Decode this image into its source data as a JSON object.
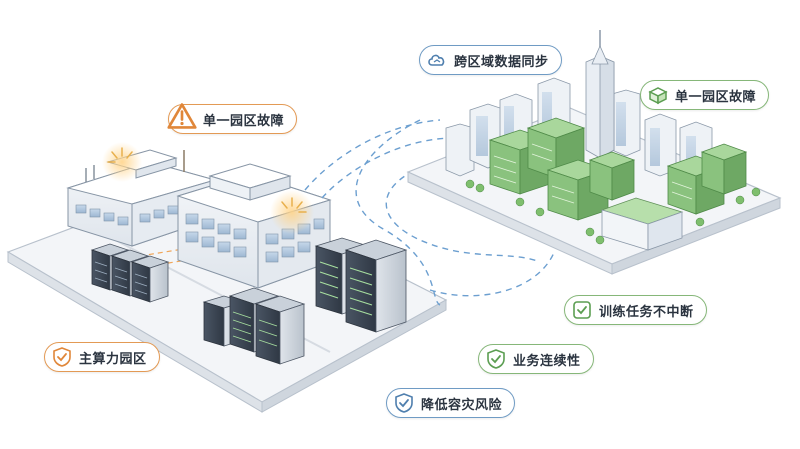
{
  "labels": {
    "left_fault": "单一园区故障",
    "sync": "跨区域数据同步",
    "right_fault": "单一园区故障",
    "training": "训练任务不中断",
    "continuity": "业务连续性",
    "main_park": "主算力园区",
    "risk": "降低容灾风险"
  },
  "colors": {
    "orange": "#e0873a",
    "blue": "#4f7fae",
    "green": "#5c9e52",
    "server_dark": "#3d4654",
    "building_green": "#8ac27e"
  },
  "icons": {
    "left_fault": "warning-triangle-icon",
    "sync": "cloud-sync-icon",
    "right_fault": "box-building-icon",
    "training": "shield-check-icon",
    "continuity": "shield-check-icon",
    "main_park": "shield-check-icon",
    "risk": "shield-check-icon"
  }
}
